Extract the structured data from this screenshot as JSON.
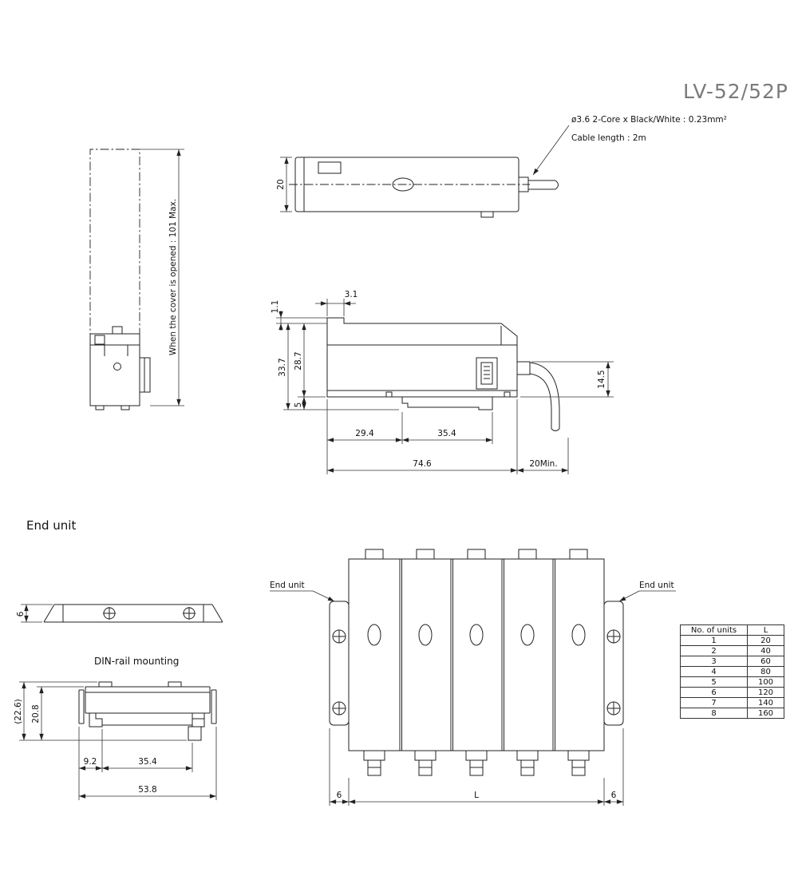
{
  "title": "LV-52/52P",
  "cable_note": {
    "spec": "ø3.6 2-Core x Black/White : 0.23mm²",
    "length": "Cable length : 2m"
  },
  "cover_open_view": {
    "note": "When the cover is opened : 101 Max."
  },
  "top_view": {
    "height": "20"
  },
  "side_view": {
    "tab_width": "3.1",
    "tab_step": "1.1",
    "overall_height": "33.7",
    "body_height": "28.7",
    "latch_depth": "5",
    "cable_offset": "14.5",
    "front_section": "29.4",
    "rail_section": "35.4",
    "overall_length": "74.6",
    "cable_clearance": "20Min."
  },
  "end_unit_view": {
    "heading": "End unit",
    "thickness": "6"
  },
  "din_view": {
    "label": "DIN-rail mounting",
    "overall_height": "(22.6)",
    "body_height": "20.8",
    "edge_offset": "9.2",
    "rail_width": "35.4",
    "overall_width": "53.8"
  },
  "assembly_view": {
    "left_end_label": "End unit",
    "right_end_label": "End unit",
    "left_margin": "6",
    "total_length": "L",
    "right_margin": "6"
  },
  "units_table": {
    "headers": [
      "No. of units",
      "L"
    ],
    "rows": [
      {
        "units": "1",
        "length": "20"
      },
      {
        "units": "2",
        "length": "40"
      },
      {
        "units": "3",
        "length": "60"
      },
      {
        "units": "4",
        "length": "80"
      },
      {
        "units": "5",
        "length": "100"
      },
      {
        "units": "6",
        "length": "120"
      },
      {
        "units": "7",
        "length": "140"
      },
      {
        "units": "8",
        "length": "160"
      }
    ]
  }
}
